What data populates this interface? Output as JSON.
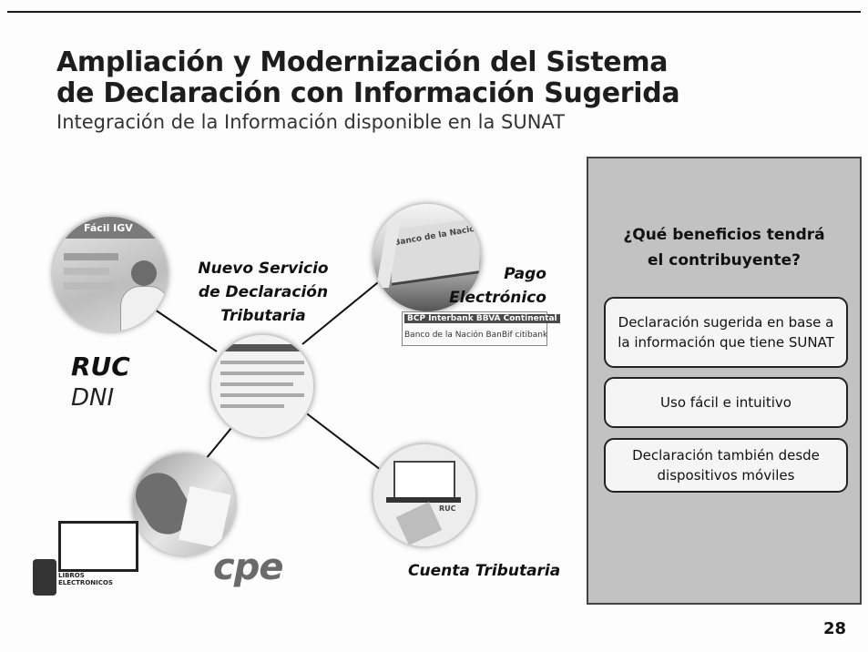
{
  "slide": {
    "title_line1": "Ampliación y Modernización del Sistema",
    "title_line2": "de Declaración con Información Sugerida",
    "subtitle": "Integración de la Información disponible en la SUNAT",
    "page_number": "28"
  },
  "diagram": {
    "hub_label": [
      "Nuevo Servicio",
      "de Declaración",
      "Tributaria"
    ],
    "pago_label": [
      "Pago",
      "Electrónico"
    ],
    "ruc": "RUC",
    "dni": "DNI",
    "cuenta": "Cuenta Tributaria",
    "cpe": "cpe",
    "ruc_screen_text": "Fácil IGV",
    "bank_text": "Banco de la Nación",
    "banks_row1": "BCP Interbank BBVA Continental",
    "banks_row2": "Banco de la Nación BanBif citibank",
    "libros": [
      "LIBROS",
      "ELECTRONICOS"
    ],
    "mini_ruc": "RUC"
  },
  "panel": {
    "question": [
      "¿Qué beneficios tendrá",
      "el contribuyente?"
    ],
    "benefits": [
      "Declaración sugerida en base a la información que tiene SUNAT",
      "Uso fácil e intuitivo",
      "Declaración también desde dispositivos móviles"
    ]
  }
}
